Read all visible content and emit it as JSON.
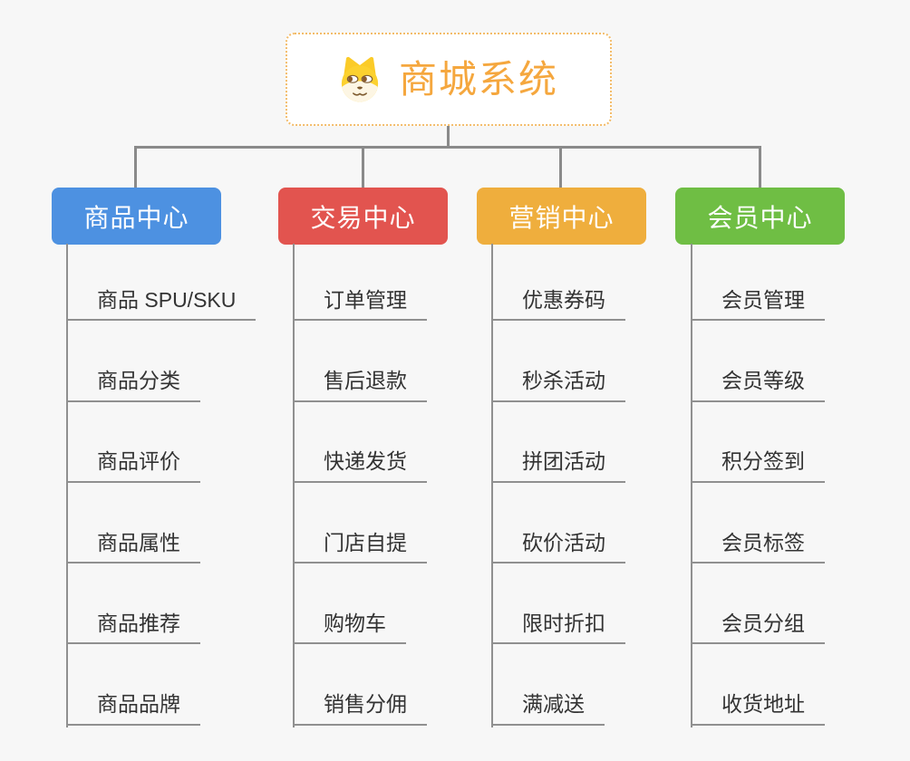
{
  "app": {
    "background_color": "#f7f7f7",
    "connector_color": "#8a8a8a",
    "leaf_text_color": "#333333",
    "leaf_line_color": "#909090"
  },
  "root": {
    "title": "商城系统",
    "title_color": "#F5A73E",
    "border_color": "#F3BC6A",
    "icon": "doge-icon"
  },
  "branches": [
    {
      "label": "商品中心",
      "color": "#4D91E1",
      "items": [
        "商品 SPU/SKU",
        "商品分类",
        "商品评价",
        "商品属性",
        "商品推荐",
        "商品品牌"
      ]
    },
    {
      "label": "交易中心",
      "color": "#E2544F",
      "items": [
        "订单管理",
        "售后退款",
        "快递发货",
        "门店自提",
        "购物车",
        "销售分佣"
      ]
    },
    {
      "label": "营销中心",
      "color": "#EFAE3D",
      "items": [
        "优惠券码",
        "秒杀活动",
        "拼团活动",
        "砍价活动",
        "限时折扣",
        "满减送"
      ]
    },
    {
      "label": "会员中心",
      "color": "#6FBE44",
      "items": [
        "会员管理",
        "会员等级",
        "积分签到",
        "会员标签",
        "会员分组",
        "收货地址"
      ]
    }
  ]
}
